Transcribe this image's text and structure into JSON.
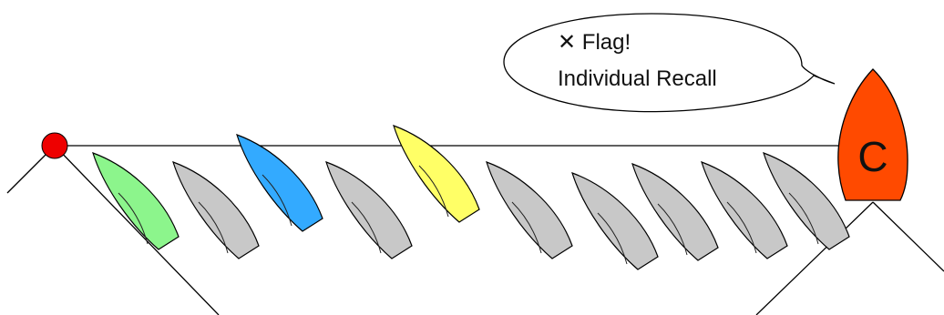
{
  "callout": {
    "line1": "✕ Flag!",
    "line2": "Individual Recall"
  },
  "committee_boat": {
    "letter": "C",
    "color": "#ff4a00"
  },
  "pin_buoy": {
    "color": "#ee0000"
  },
  "colors": {
    "boat_default": "#c8c8c8",
    "line": "#000000"
  },
  "boats": [
    {
      "id": "boat-1",
      "color": "#8cf58c"
    },
    {
      "id": "boat-2",
      "color": "#c8c8c8"
    },
    {
      "id": "boat-3",
      "color": "#33aaff"
    },
    {
      "id": "boat-4",
      "color": "#c8c8c8"
    },
    {
      "id": "boat-5",
      "color": "#ffff66"
    },
    {
      "id": "boat-6",
      "color": "#c8c8c8"
    },
    {
      "id": "boat-7",
      "color": "#c8c8c8"
    },
    {
      "id": "boat-8",
      "color": "#c8c8c8"
    },
    {
      "id": "boat-9",
      "color": "#c8c8c8"
    },
    {
      "id": "boat-10",
      "color": "#c8c8c8"
    }
  ]
}
